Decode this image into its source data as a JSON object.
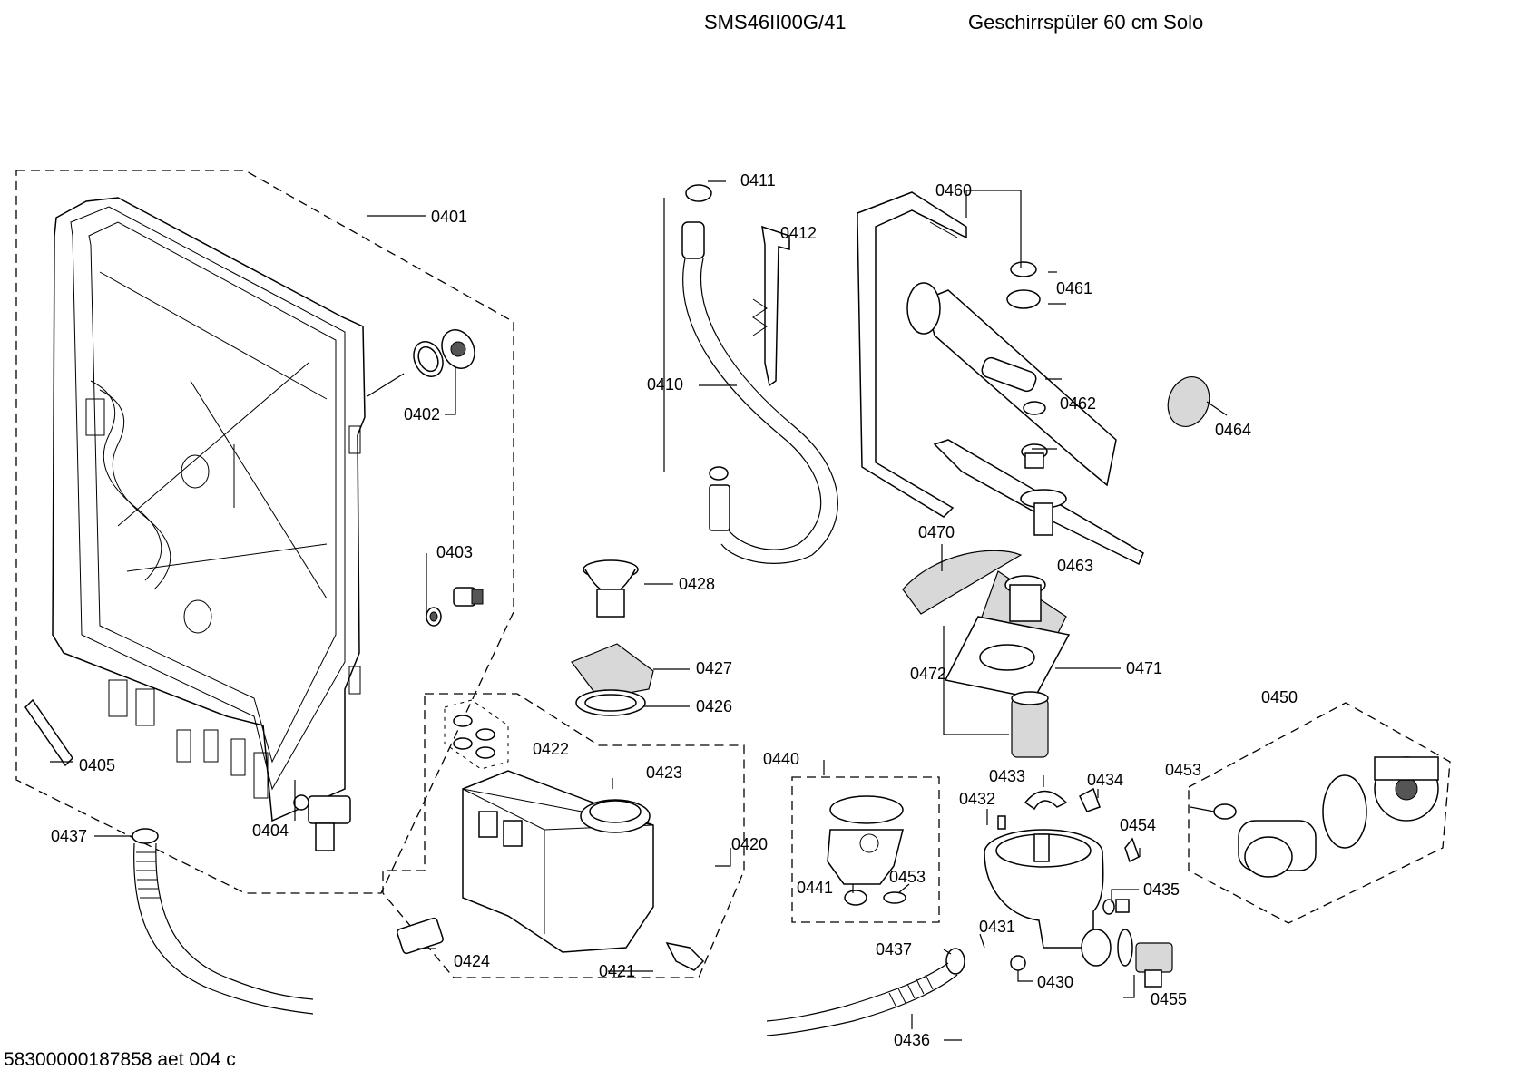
{
  "header": {
    "model": "SMS46II00G/41",
    "description": "Geschirrspüler 60 cm Solo"
  },
  "footer": {
    "document_code": "58300000187858 aet 004 c"
  },
  "callouts": {
    "c0401": "0401",
    "c0402": "0402",
    "c0403": "0403",
    "c0404": "0404",
    "c0405": "0405",
    "c0410": "0410",
    "c0411": "0411",
    "c0412": "0412",
    "c0420": "0420",
    "c0421": "0421",
    "c0422": "0422",
    "c0423": "0423",
    "c0424": "0424",
    "c0426": "0426",
    "c0427": "0427",
    "c0428": "0428",
    "c0430": "0430",
    "c0431": "0431",
    "c0432": "0432",
    "c0433": "0433",
    "c0434": "0434",
    "c0435": "0435",
    "c0436": "0436",
    "c0437_left": "0437",
    "c0437_bottom": "0437",
    "c0440": "0440",
    "c0441": "0441",
    "c0450": "0450",
    "c0453_right": "0453",
    "c0453_mid": "0453",
    "c0454": "0454",
    "c0455": "0455",
    "c0460": "0460",
    "c0461": "0461",
    "c0462": "0462",
    "c0463": "0463",
    "c0464": "0464",
    "c0470": "0470",
    "c0471": "0471",
    "c0472": "0472"
  }
}
